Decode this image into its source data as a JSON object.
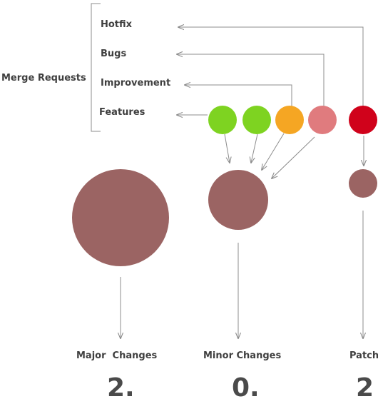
{
  "group_label": "Merge Requests",
  "request_types": {
    "hotfix": "Hotfix",
    "bugs": "Bugs",
    "improvement": "Improvement",
    "features": "Features"
  },
  "versions": {
    "major": {
      "label": "Major  Changes",
      "value": "2."
    },
    "minor": {
      "label": "Minor Changes",
      "value": "0."
    },
    "patch": {
      "label": "Patch",
      "value": "2"
    }
  },
  "colors": {
    "feature": "#7ed321",
    "improvement": "#f5a623",
    "bug": "#e07b7e",
    "hotfix": "#d0021b",
    "version_bubble": "#9b6463",
    "line": "#8c8c8c",
    "text": "#3f3f3f"
  }
}
